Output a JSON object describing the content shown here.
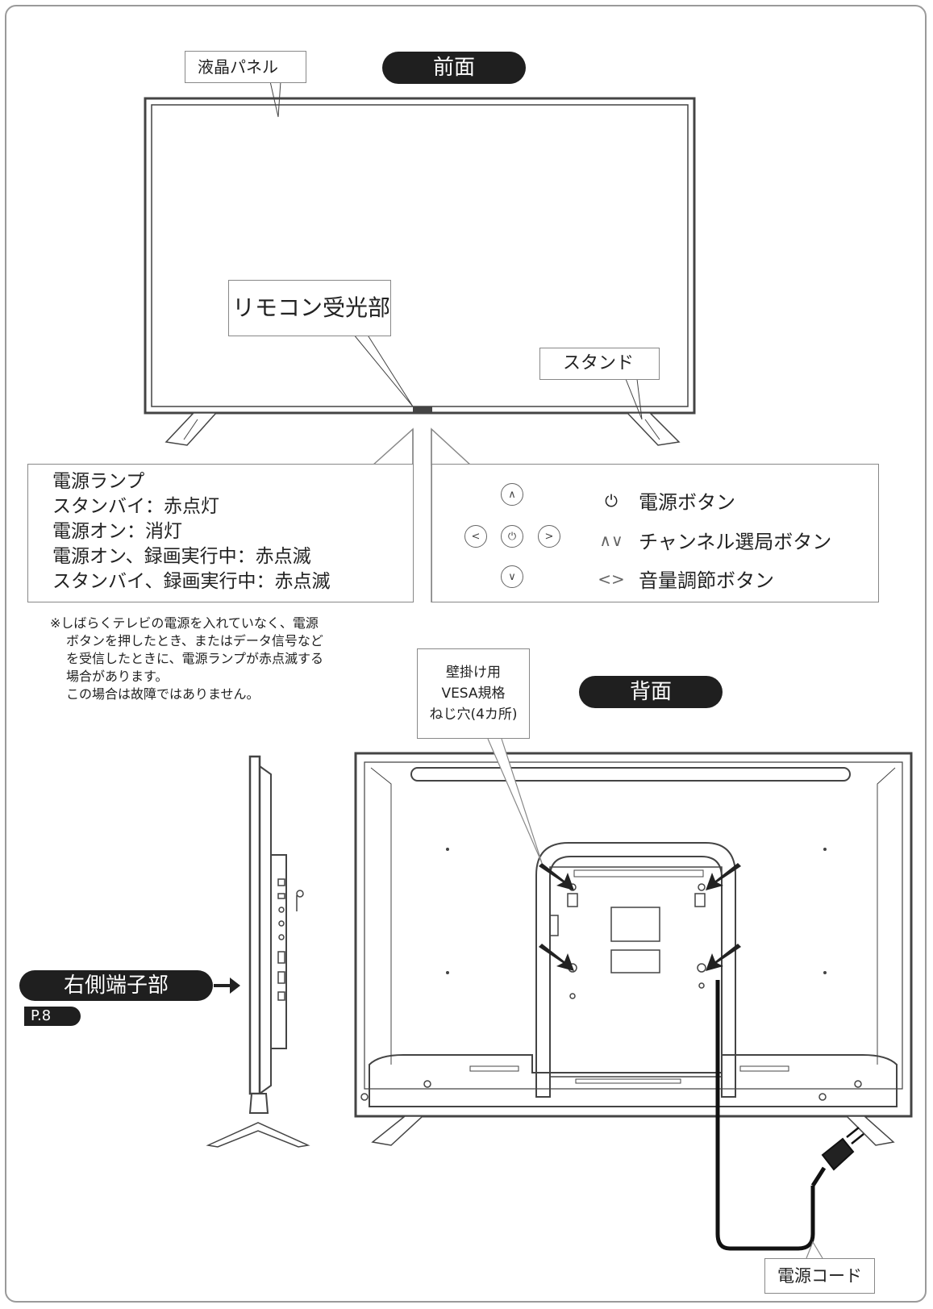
{
  "sections": {
    "front_title": "前面",
    "back_title": "背面",
    "side_title": "右側端子部",
    "side_page_ref": "P.8"
  },
  "labels": {
    "panel": "液晶パネル",
    "remote_sensor": "リモコン受光部",
    "stand": "スタンド",
    "vesa_line1": "壁掛け用",
    "vesa_line2": "VESA規格",
    "vesa_line3": "ねじ穴(4カ所)",
    "power_cord": "電源コード"
  },
  "power_lamp": {
    "lines": [
      "電源ランプ",
      "スタンバイ：赤点灯",
      "電源オン：消灯",
      "電源オン、録画実行中：赤点滅",
      "スタンバイ、録画実行中：赤点滅"
    ]
  },
  "controls": [
    {
      "symbol": "⏻",
      "label": "電源ボタン",
      "icon": "power-icon"
    },
    {
      "symbol": "∧∨",
      "label": "チャンネル選局ボタン",
      "icon": "channel-icon"
    },
    {
      "symbol": "<>",
      "label": "音量調節ボタン",
      "icon": "volume-icon"
    }
  ],
  "control_buttons": {
    "up": "∧",
    "down": "∨",
    "left": "<",
    "right": ">",
    "power": "⏻"
  },
  "note": {
    "lines": [
      "※しばらくテレビの電源を入れていなく、電源",
      "ボタンを押したとき、またはデータ信号など",
      "を受信したときに、電源ランプが赤点滅する",
      "場合があります。",
      "この場合は故障ではありません。"
    ]
  }
}
